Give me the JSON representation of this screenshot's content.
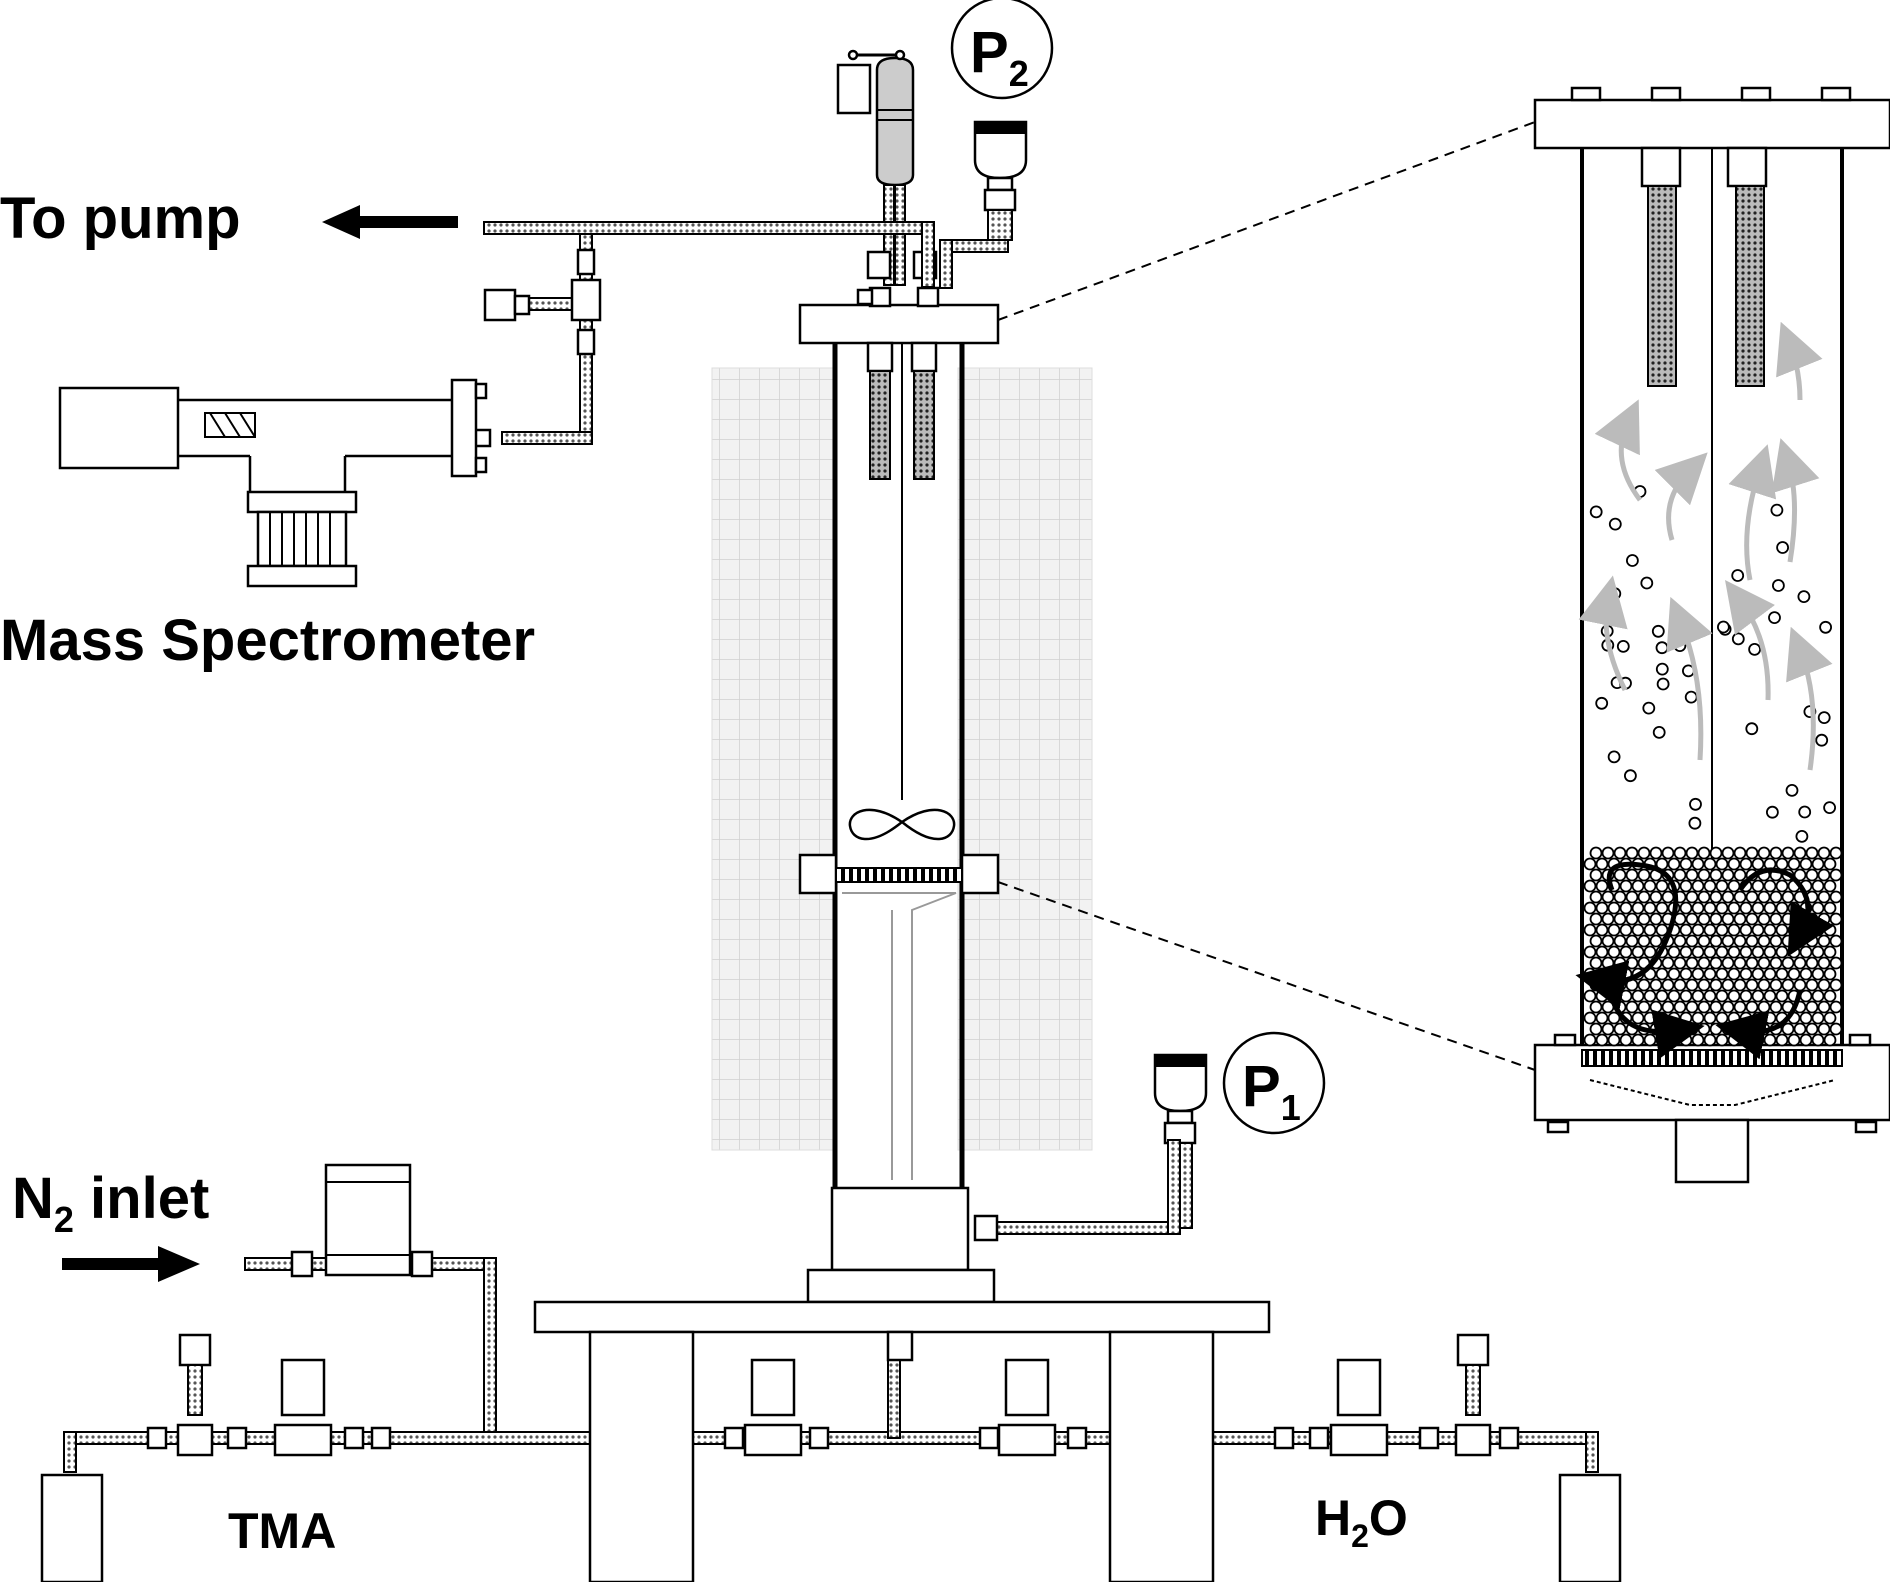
{
  "labels": {
    "to_pump": "To pump",
    "mass_spectrometer": "Mass Spectrometer",
    "n2_inlet_main": "N",
    "n2_inlet_sub": "2",
    "n2_inlet_rest": " inlet",
    "p1_main": "P",
    "p1_sub": "1",
    "p2_main": "P",
    "p2_sub": "2",
    "tma": "TMA",
    "h2o_main": "H",
    "h2o_sub": "2",
    "h2o_rest": "O"
  },
  "colors": {
    "line": "#000000",
    "furnace_grid": "#d8d8d8",
    "gas_flow_arrows": "#bbbbbb",
    "tube_fill": "#cccccc"
  },
  "icons": {
    "pressure_gauge": "pressure-gauge-icon",
    "valve": "valve-icon",
    "flow_arrow": "arrow-icon"
  }
}
